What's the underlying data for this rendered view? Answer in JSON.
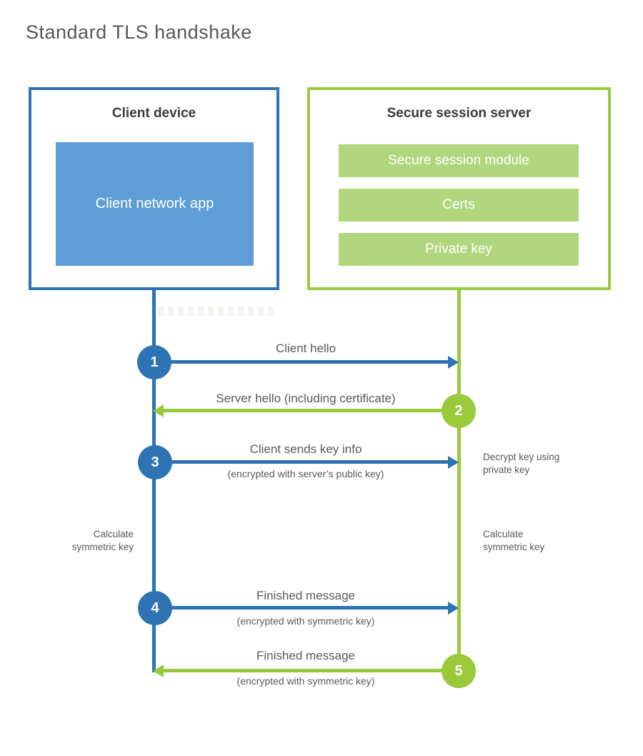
{
  "title": "Standard TLS handshake",
  "colors": {
    "blue": "#2E74B5",
    "blue_fill": "#5E9DD6",
    "green": "#9ACA3C",
    "green_fill": "#B0D77D",
    "heading_text": "#3A3A3A",
    "label_text": "#58595B"
  },
  "client_box": {
    "title": "Client device",
    "app": "Client network app"
  },
  "server_box": {
    "title": "Secure session server",
    "modules": [
      {
        "label": "Secure session module"
      },
      {
        "label": "Certs"
      },
      {
        "label": "Private key"
      }
    ]
  },
  "steps": [
    {
      "num": "1",
      "label": "Client hello",
      "sublabel": ""
    },
    {
      "num": "2",
      "label": "Server hello (including certificate)",
      "sublabel": ""
    },
    {
      "num": "3",
      "label": "Client sends key info",
      "sublabel": "(encrypted with server’s public key)"
    },
    {
      "num": "4",
      "label": "Finished message",
      "sublabel": "(encrypted with symmetric key)"
    },
    {
      "num": "5",
      "label": "Finished message",
      "sublabel": "(encrypted with symmetric key)"
    }
  ],
  "notes": {
    "decrypt": "Decrypt key using\nprivate key",
    "calculate_left": "Calculate\nsymmetric key",
    "calculate_right": "Calculate\nsymmetric key"
  }
}
